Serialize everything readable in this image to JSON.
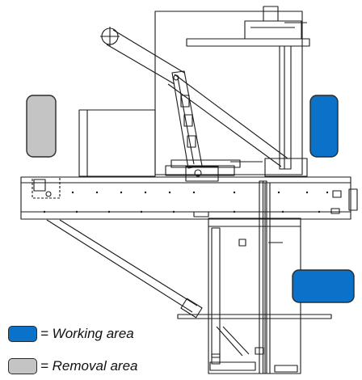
{
  "colors": {
    "working": "#0a72c8",
    "removal": "#c4c4c4",
    "line": "#1a1a1a"
  },
  "legend": [
    {
      "key": "working",
      "label": "= Working area"
    },
    {
      "key": "removal",
      "label": "= Removal area"
    }
  ]
}
